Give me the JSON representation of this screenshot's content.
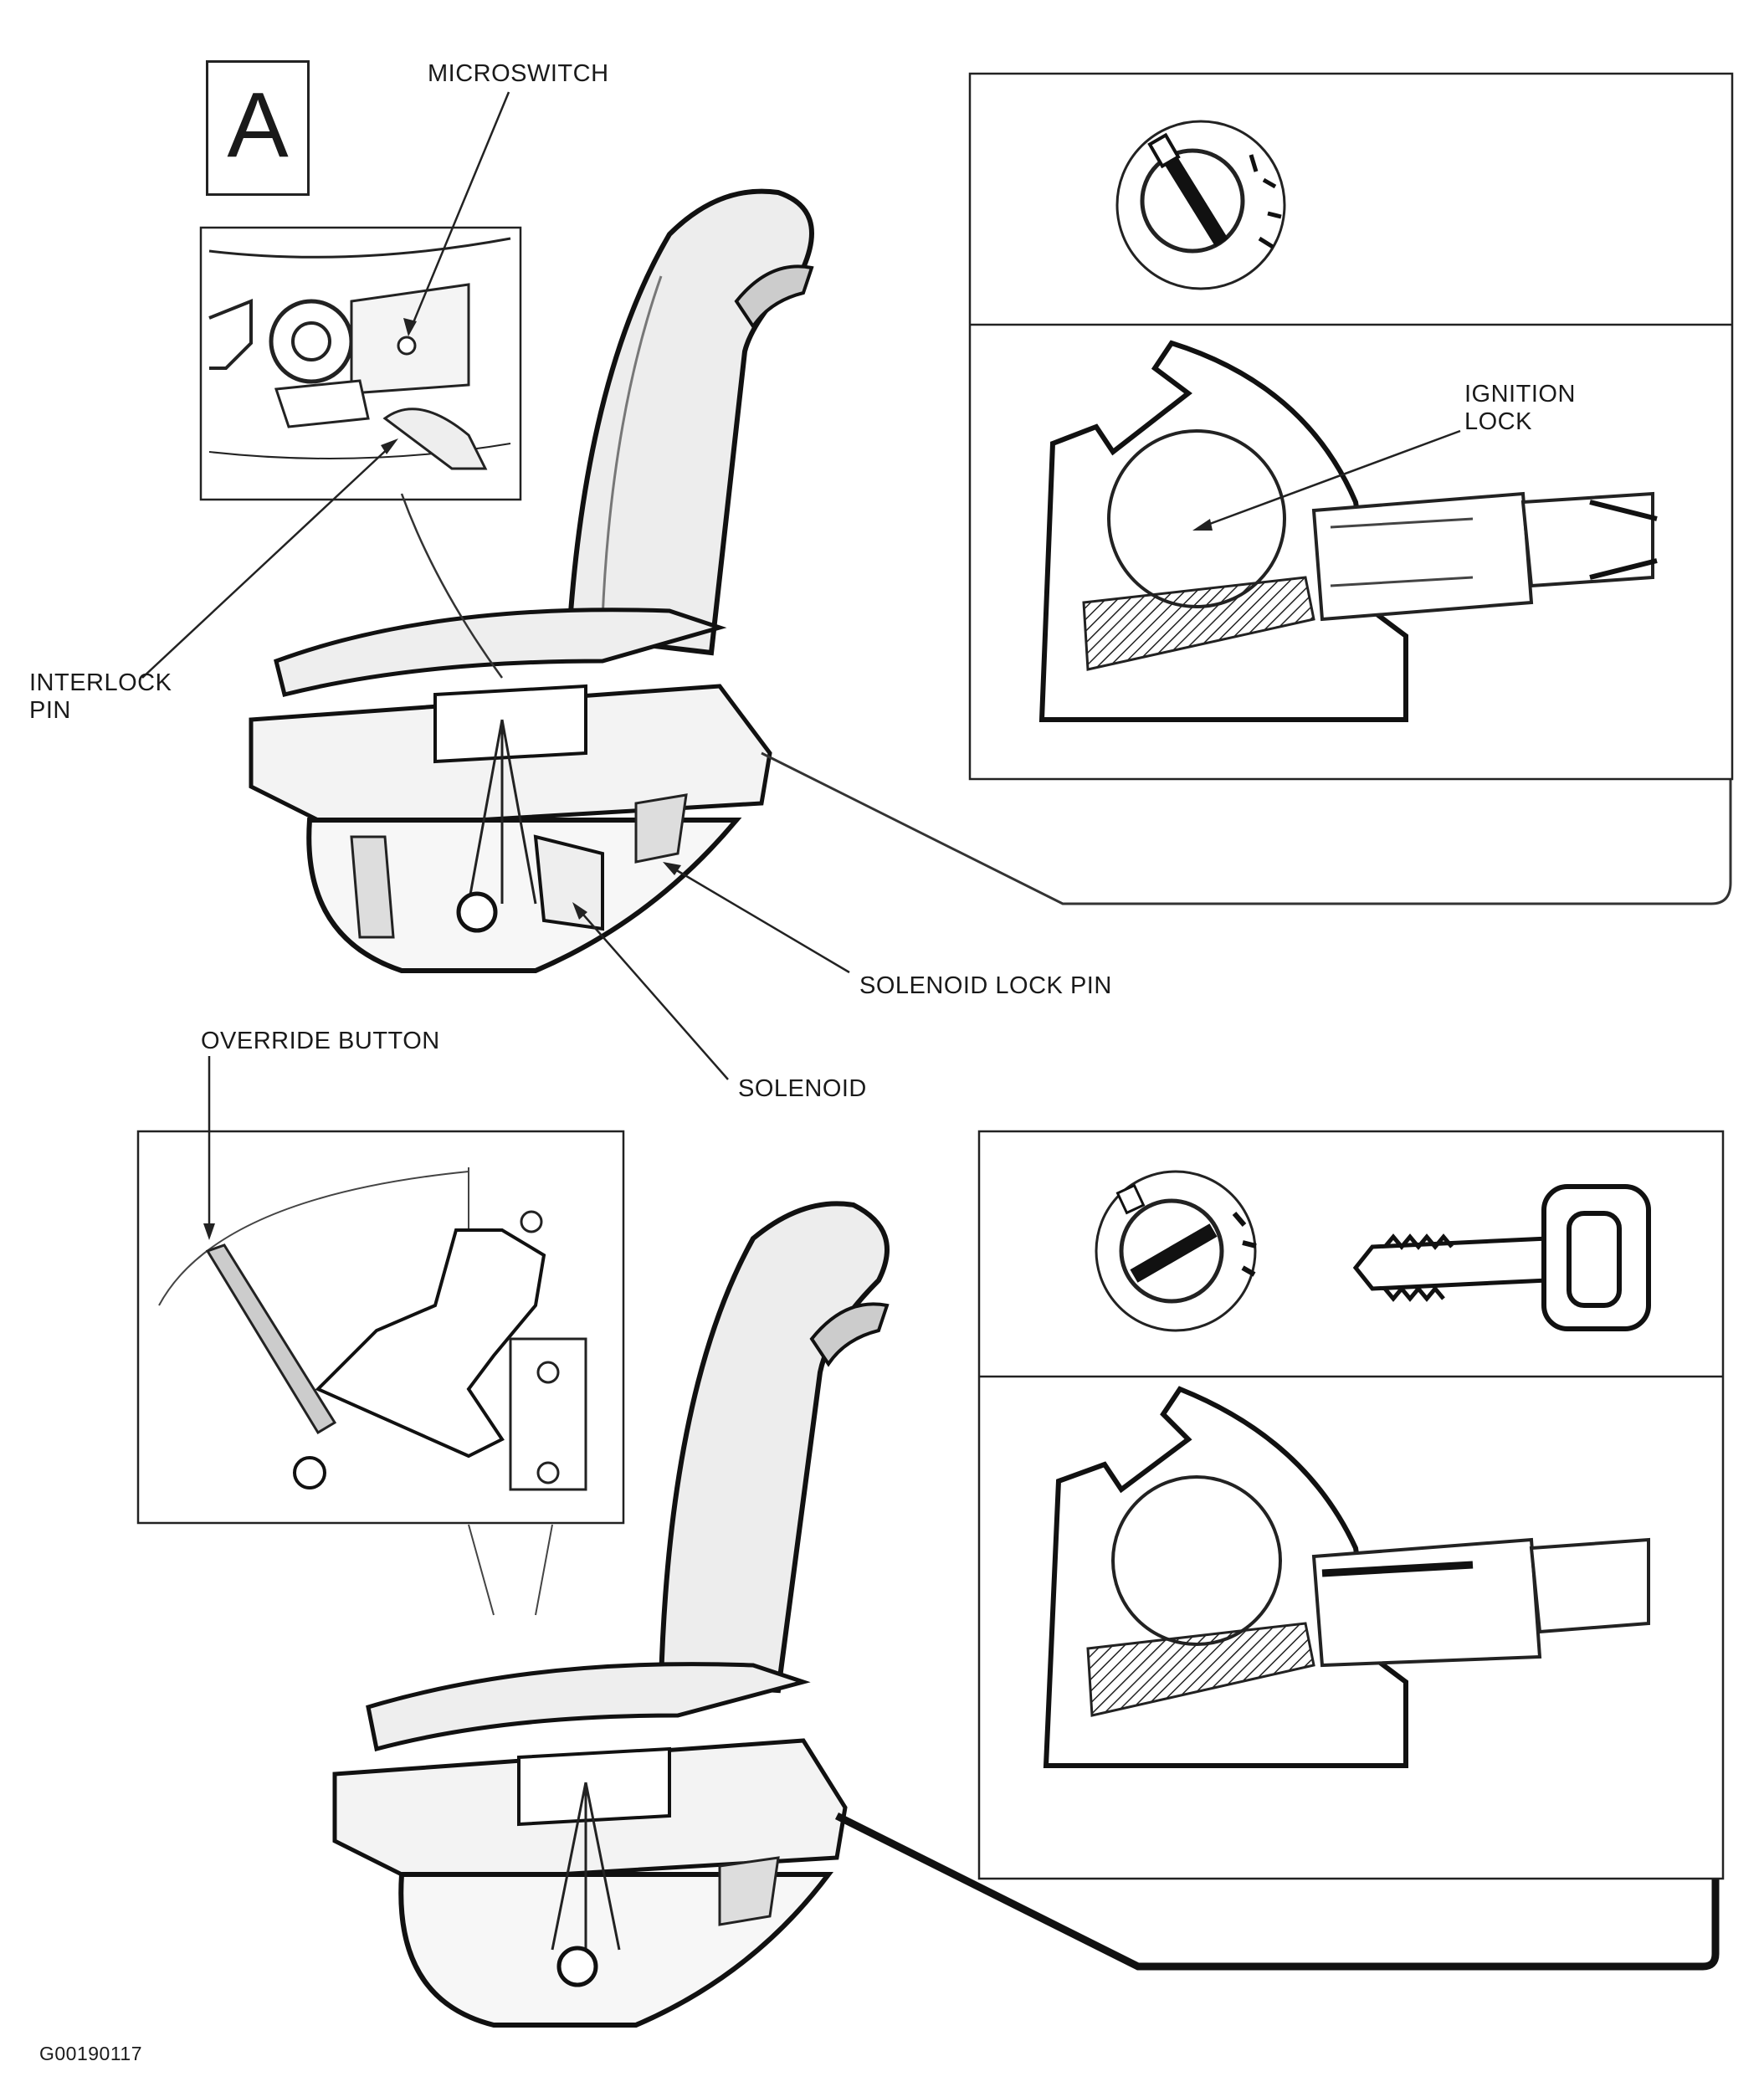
{
  "figure": {
    "panel_letter": "A",
    "figure_code": "G00190117"
  },
  "labels": {
    "microswitch": "MICROSWITCH",
    "interlock_pin": "INTERLOCK\nPIN",
    "ignition_lock": "IGNITION\nLOCK",
    "solenoid_lock_pin": "SOLENOID LOCK PIN",
    "solenoid": "SOLENOID",
    "override_button": "OVERRIDE BUTTON"
  }
}
